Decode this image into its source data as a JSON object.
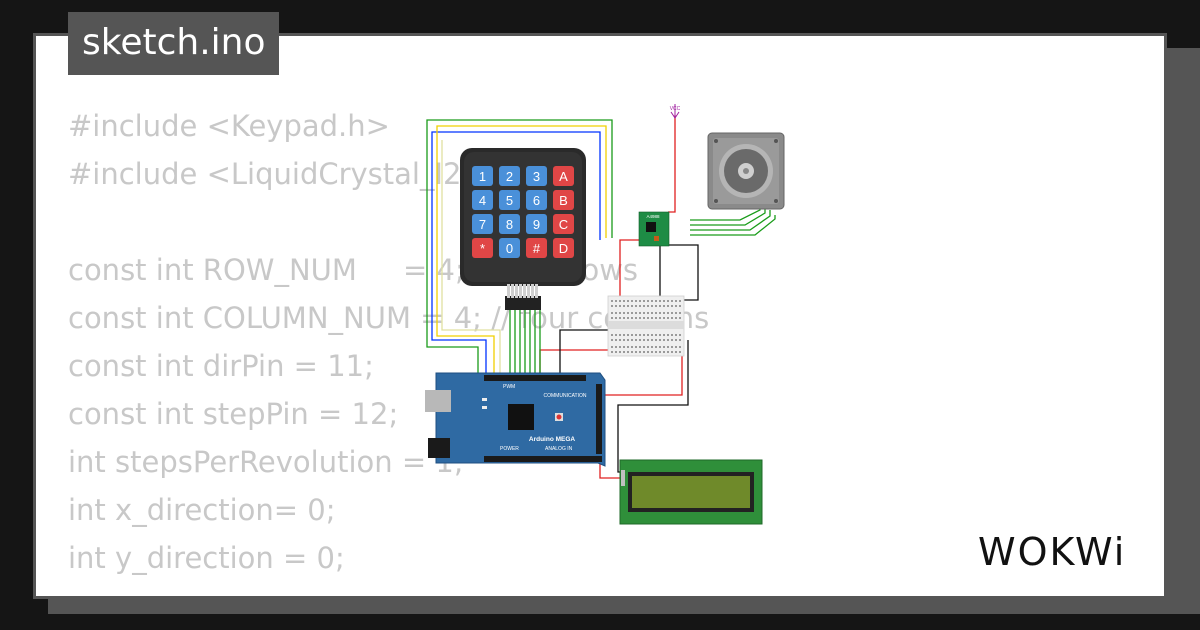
{
  "window": {
    "title": "sketch.ino"
  },
  "code_lines": [
    "#include <Keypad.h>",
    "#include <LiquidCrystal_I2C.h>",
    "",
    "const int ROW_NUM     = 4; // four rows",
    "const int COLUMN_NUM = 4; // four columns",
    "const int dirPin = 11;",
    "const int stepPin = 12;",
    "int stepsPerRevolution = 1;",
    "int x_direction= 0;",
    "int y_direction = 0;"
  ],
  "keypad": {
    "keys": [
      "1",
      "2",
      "3",
      "A",
      "4",
      "5",
      "6",
      "B",
      "7",
      "8",
      "9",
      "C",
      "*",
      "0",
      "#",
      "D"
    ]
  },
  "board": {
    "name": "Arduino MEGA",
    "communication": "COMMUNICATION",
    "analog": "ANALOG IN",
    "power": "POWER",
    "pwm": "PWM"
  },
  "driver": {
    "name": "A4988"
  },
  "vcc": {
    "label": "VCC"
  },
  "brand": {
    "logo_text": "WOKWi"
  },
  "colors": {
    "background": "#151515",
    "tab": "#555555",
    "code_text": "#c8c8c8",
    "board": "#2f6aa3",
    "key_blue": "#4a90d9",
    "key_red": "#e04646",
    "lcd_green": "#2f8f3a",
    "driver_green": "#1e8c45"
  }
}
